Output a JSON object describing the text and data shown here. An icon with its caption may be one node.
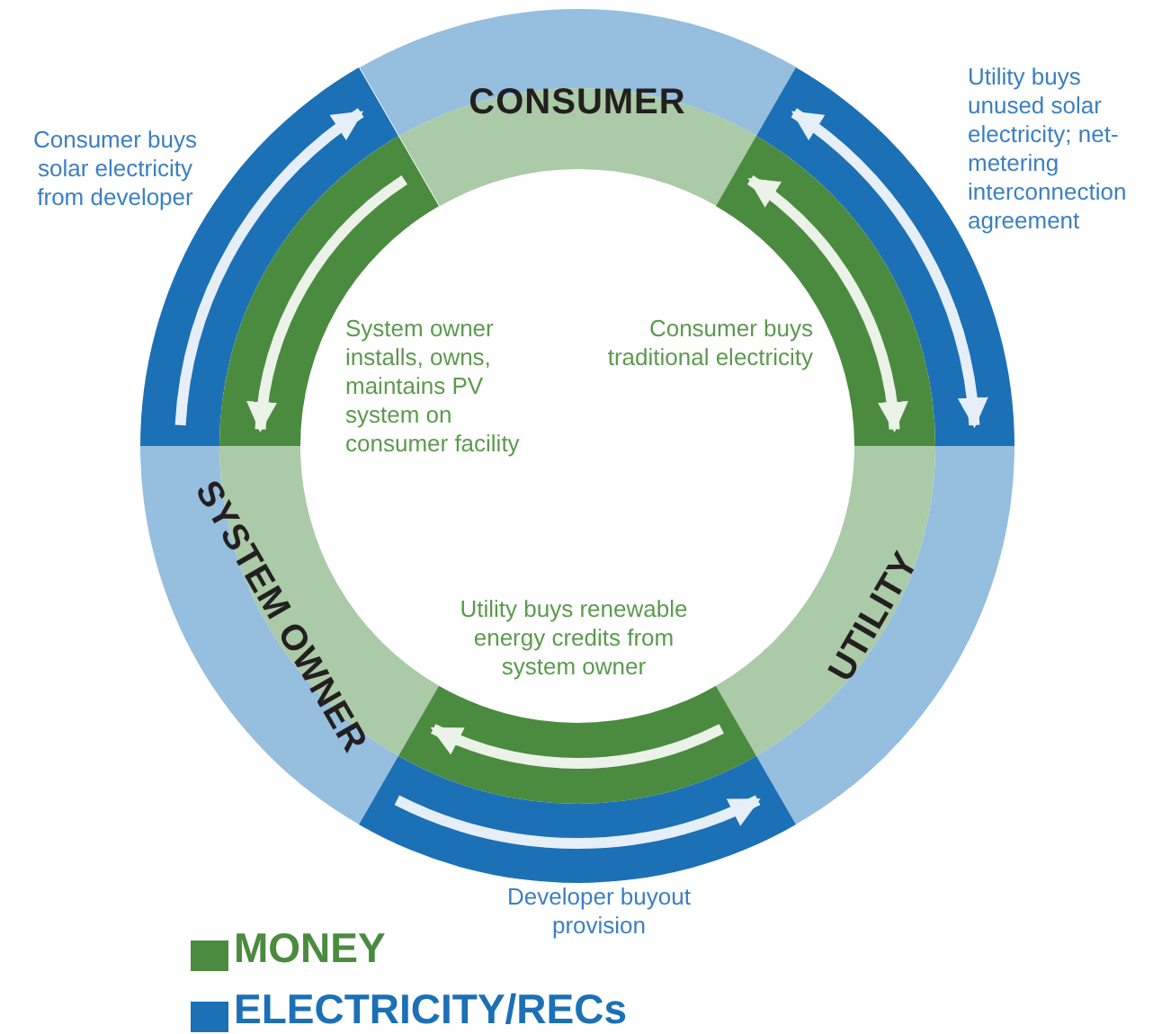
{
  "diagram": {
    "nodes": [
      {
        "text": [
          "CONSUMER"
        ]
      },
      {
        "text": [
          "UTILITY"
        ]
      },
      {
        "text": [
          "SYSTEM OWNER"
        ]
      }
    ],
    "edges": [
      {
        "from": 2,
        "to": 0,
        "arrow": "to",
        "label": "Consumer buys solar electricity from developer"
      },
      {
        "from": 0,
        "to": 2,
        "arrow": "to",
        "label": "System owner installs, owns, maintains PV system on consumer facility"
      },
      {
        "from": 0,
        "to": 1,
        "arrow": "both",
        "label": "Utility buys unused solar electricity; net-metering interconnection agreement"
      },
      {
        "from": 0,
        "to": 1,
        "arrow": "both",
        "label": "Consumer buys traditional electricity"
      },
      {
        "from": 1,
        "to": 2,
        "arrow": "to",
        "label": "Utility buys renewable energy credits from system owner"
      },
      {
        "from": 2,
        "to": 1,
        "arrow": "to",
        "label": "Developer buyout provision"
      }
    ],
    "legend": [
      {
        "text": "MONEY",
        "color": "#4b8b3f"
      },
      {
        "text": "ELECTRICITY/RECs",
        "color": "#1b70b6"
      }
    ]
  }
}
